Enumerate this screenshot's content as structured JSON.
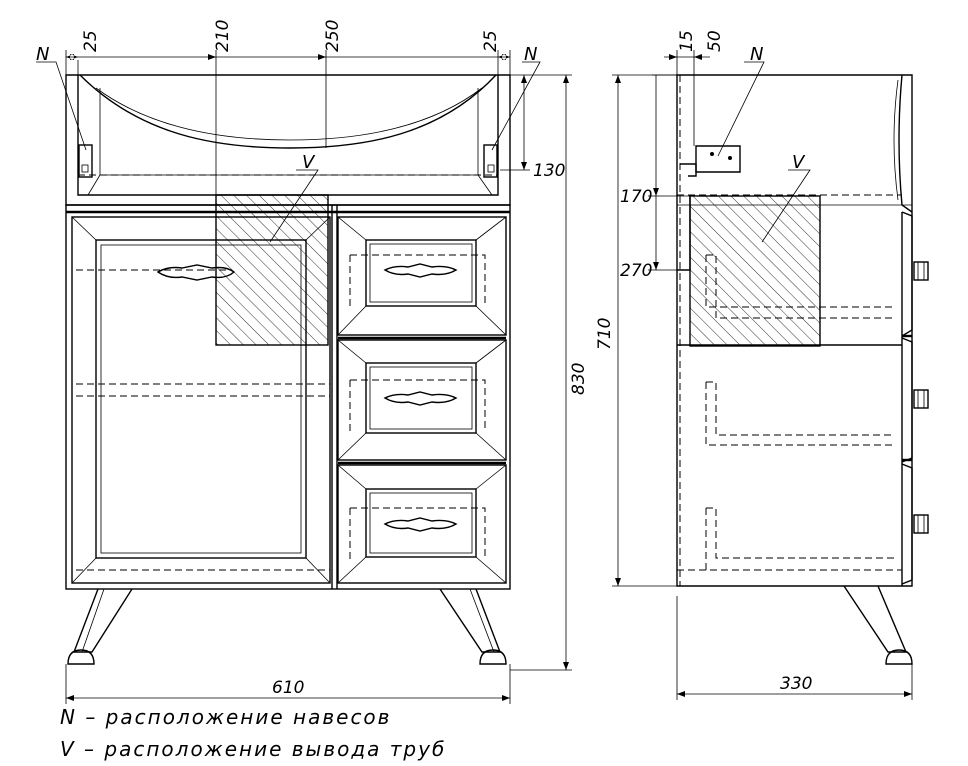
{
  "front_view": {
    "dims": {
      "top_left": "25",
      "top_mid1": "210",
      "top_mid2": "250",
      "top_right": "25",
      "right_small": "130",
      "height": "830",
      "width": "610"
    },
    "labels": {
      "hinge_left": "N",
      "hinge_right": "N",
      "pipe": "V"
    }
  },
  "side_view": {
    "dims": {
      "top_a": "15",
      "top_b": "50",
      "left_a": "170",
      "left_b": "270",
      "height": "710",
      "depth": "330"
    },
    "labels": {
      "hinge": "N",
      "pipe": "V"
    }
  },
  "legend": [
    "N  –  расположение  навесов",
    "V  –  расположение  вывода  труб"
  ]
}
